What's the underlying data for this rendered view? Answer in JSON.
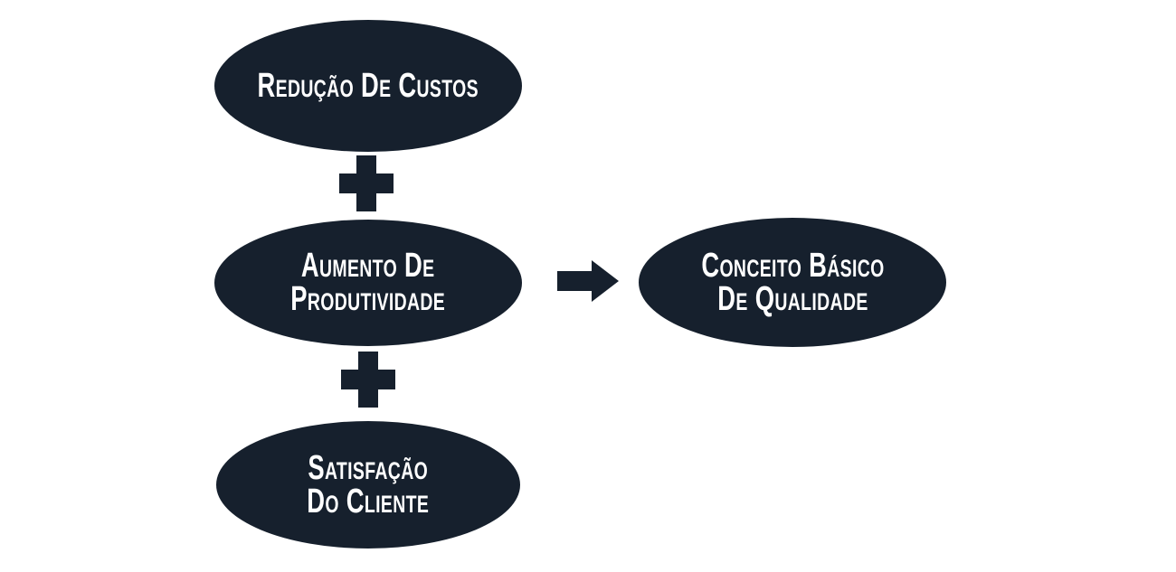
{
  "diagram": {
    "colors": {
      "background": "#ffffff",
      "shape": "#16202d",
      "text": "#ffffff"
    },
    "nodes": [
      {
        "id": "reducao-de-custos",
        "lines": [
          "Redução De Custos",
          ""
        ]
      },
      {
        "id": "aumento-de-produtividade",
        "lines": [
          "Aumento De",
          "Produtividade"
        ]
      },
      {
        "id": "satisfacao-do-cliente",
        "lines": [
          "Satisfação",
          "Do Cliente"
        ]
      },
      {
        "id": "conceito-basico-de-qualidade",
        "lines": [
          "Conceito Básico",
          "De Qualidade"
        ]
      }
    ],
    "connectors": [
      {
        "type": "plus-icon",
        "between": [
          "reducao-de-custos",
          "aumento-de-produtividade"
        ]
      },
      {
        "type": "plus-icon",
        "between": [
          "aumento-de-produtividade",
          "satisfacao-do-cliente"
        ]
      },
      {
        "type": "arrow-right-icon",
        "from": "aumento-de-produtividade",
        "to": "conceito-basico-de-qualidade"
      }
    ]
  }
}
